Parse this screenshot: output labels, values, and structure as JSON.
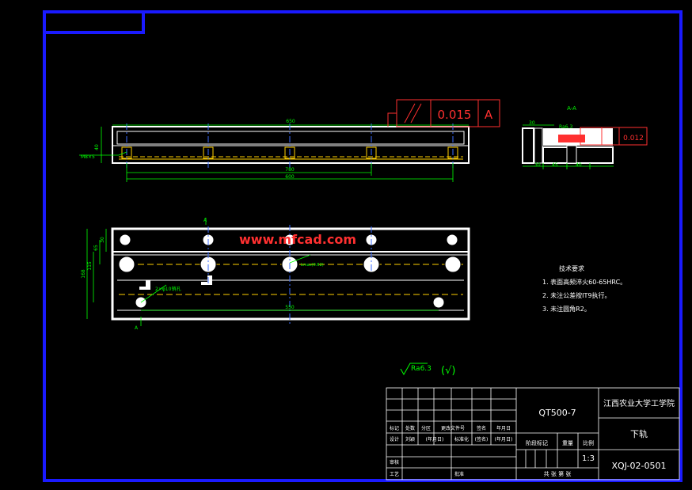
{
  "watermark": "www.mfcad.com",
  "colors": {
    "frame": "#1a1aff",
    "part": "#ffffff",
    "dimension": "#00ff00",
    "tolerance": "#ff3030",
    "centerline": "#3a6bff",
    "hidden": "#ffd000",
    "watermark": "#ff2020"
  },
  "front_view": {
    "overall_dim": "650",
    "height_dim": "40",
    "side_note": "M8×5",
    "pitch_dim": "780",
    "length_dim": "600",
    "tolerance_symbol": "//",
    "tolerance_value": "0.015",
    "datum": "A"
  },
  "section_view": {
    "title": "A-A",
    "top_dim": "30",
    "surface_finish": "Ra6.3",
    "tolerance_value": "0.012",
    "dims": [
      "30",
      "45",
      "40"
    ]
  },
  "top_view": {
    "dims_left": [
      "168",
      "115",
      "65",
      "30"
    ],
    "hole_note": "2×φ10销孔",
    "hole_note_2": "Lmax(0.62)",
    "length_dim": "550",
    "label_a_top": "A",
    "label_a_bottom": "A"
  },
  "technical_requirements": {
    "title": "技术要求",
    "items": [
      "1. 表面高频淬火60-65HRC。",
      "2. 未注公差按IT9执行。",
      "3. 未注圆角R2。"
    ]
  },
  "general_roughness": {
    "value": "Ra6.3",
    "symbol": "(√)"
  },
  "title_block": {
    "material": "QT500-7",
    "school": "江西农业大学工学院",
    "part_name": "下轨",
    "drawing_no": "XQJ-02-0501",
    "scale": "1:3",
    "header_cells": [
      "标记",
      "处数",
      "分区",
      "更改文件号",
      "签名",
      "年月日"
    ],
    "row_design": [
      "设计",
      "刘颖",
      "(年月日)",
      "标准化",
      "(签名)",
      "(年月日)"
    ],
    "row_check": "审核",
    "row_process": "工艺",
    "row_approve": "批准",
    "stage_label": "阶段标记",
    "weight_label": "重量",
    "scale_label": "比例",
    "sheet_label": "共  张  第  张"
  }
}
